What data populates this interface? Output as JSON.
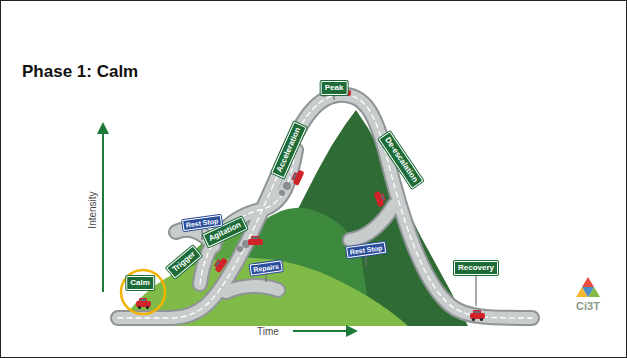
{
  "diagram": {
    "title": "Phase 1: Calm",
    "nodes": [
      {
        "text": [
          "Calm"
        ]
      },
      {
        "text": [
          "Trigger"
        ]
      },
      {
        "text": [
          "Agitation"
        ]
      },
      {
        "text": [
          "Acceleration"
        ]
      },
      {
        "text": [
          "Peak"
        ]
      },
      {
        "text": [
          "De-escalation"
        ]
      },
      {
        "text": [
          "Recovery"
        ]
      },
      {
        "text": [
          "Rest Stop"
        ]
      },
      {
        "text": [
          "Rest Stop"
        ]
      },
      {
        "text": [
          "Repairs"
        ]
      }
    ],
    "labels": [
      "Intensity",
      "Time",
      "Ci3T"
    ]
  }
}
